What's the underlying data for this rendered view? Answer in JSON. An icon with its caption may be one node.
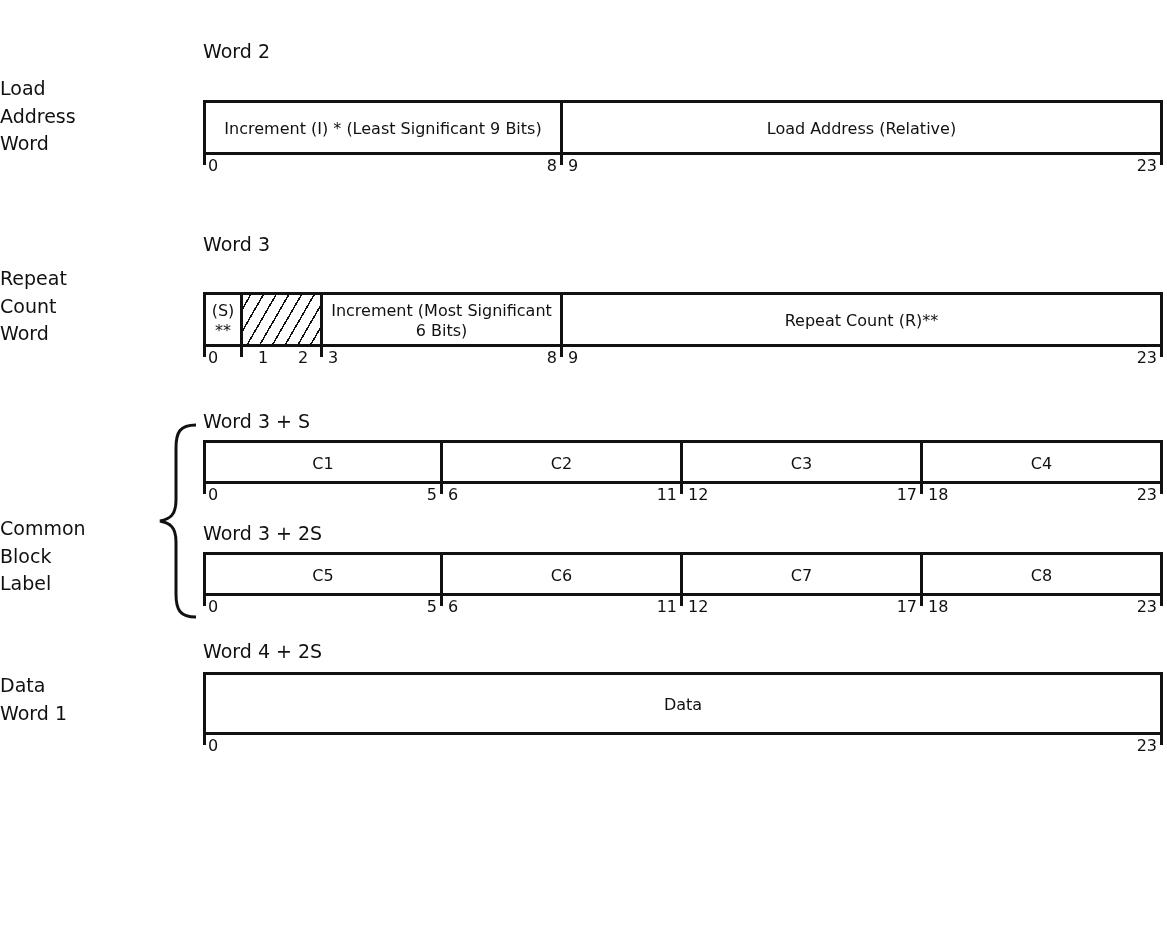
{
  "diagram": {
    "nodes": [
      {
        "text": [
          "Increment (I) * (Least Significant 9 Bits)"
        ],
        "beside": [
          "0",
          "8"
        ]
      },
      {
        "text": [
          "Load Address (Relative)"
        ],
        "beside": [
          "9",
          "23"
        ]
      },
      {
        "text": [
          "(S) **"
        ],
        "beside": [
          "0"
        ]
      },
      {
        "text": [],
        "shape": "box",
        "beside": [
          "1",
          "2"
        ]
      },
      {
        "text": [
          "Increment (Most Significant 6 Bits)"
        ],
        "beside": [
          "3",
          "8"
        ]
      },
      {
        "text": [
          "Repeat Count (R)**"
        ],
        "beside": [
          "9",
          "23"
        ]
      },
      {
        "text": [
          "C1"
        ],
        "beside": [
          "0",
          "5"
        ]
      },
      {
        "text": [
          "C2"
        ],
        "beside": [
          "6",
          "11"
        ]
      },
      {
        "text": [
          "C3"
        ],
        "beside": [
          "12",
          "17"
        ]
      },
      {
        "text": [
          "C4"
        ],
        "beside": [
          "18",
          "23"
        ]
      },
      {
        "text": [
          "C5"
        ],
        "beside": [
          "0",
          "5"
        ]
      },
      {
        "text": [
          "C6"
        ],
        "beside": [
          "6",
          "11"
        ]
      },
      {
        "text": [
          "C7"
        ],
        "beside": [
          "12",
          "17"
        ]
      },
      {
        "text": [
          "C8"
        ],
        "beside": [
          "18",
          "23"
        ]
      },
      {
        "text": [
          "Data"
        ],
        "beside": [
          "0",
          "23"
        ]
      }
    ],
    "edges": [],
    "labels": [
      "Word 2",
      "Load Address Word",
      "Word 3",
      "Repeat Count Word",
      "Word 3 + S",
      "Common Block Label",
      "Word 3 + 2S",
      "Word 4 + 2S",
      "Data Word 1"
    ]
  }
}
